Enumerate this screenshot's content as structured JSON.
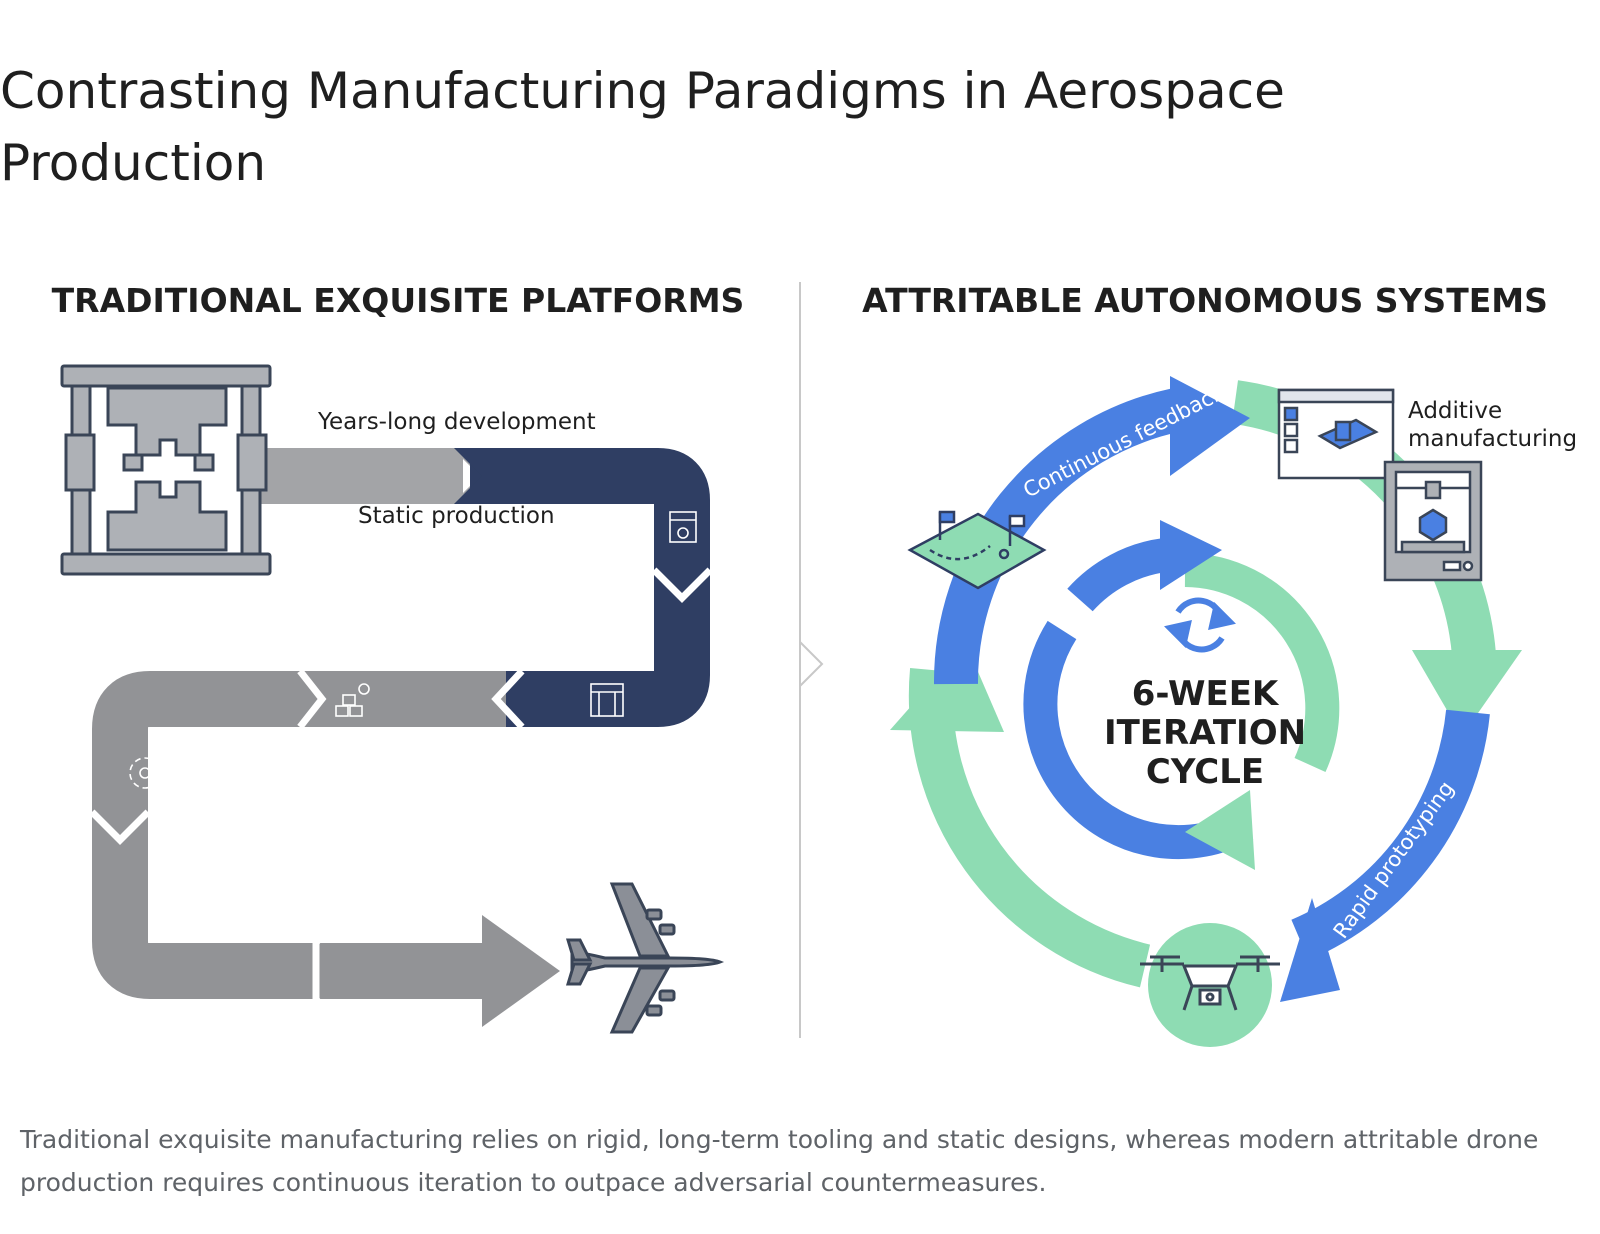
{
  "title": "Contrasting Manufacturing Paradigms in Aerospace Production",
  "left_panel": {
    "heading": "TRADITIONAL EXQUISITE PLATFORMS",
    "labels": [
      "Years-long development",
      "Static production"
    ],
    "icons": [
      "press-tooling-icon",
      "assembly-station-icon",
      "factory-machine-icon",
      "parts-stack-icon",
      "recycle-icon",
      "airplane-icon"
    ]
  },
  "right_panel": {
    "heading": "ATTRITABLE AUTONOMOUS SYSTEMS",
    "outer_arrows": [
      "Continuous feedback",
      "Rapid prototyping"
    ],
    "step_labels": [
      "Additive",
      "manufacturing"
    ],
    "center": [
      "6-WEEK",
      "ITERATION",
      "CYCLE"
    ],
    "icons": [
      "cad-software-icon",
      "3d-printer-icon",
      "drone-icon",
      "battlefield-map-icon",
      "refresh-icon"
    ]
  },
  "caption": "Traditional exquisite manufacturing relies on rigid, long-term tooling and static designs, whereas modern attritable drone production requires continuous iteration to outpace adversarial countermeasures.",
  "colors": {
    "navy": "#2f3e63",
    "gray": "#929396",
    "blue": "#4a80e2",
    "green": "#8edcb3",
    "ink": "#1f1f1f",
    "caption": "#5f6368"
  }
}
